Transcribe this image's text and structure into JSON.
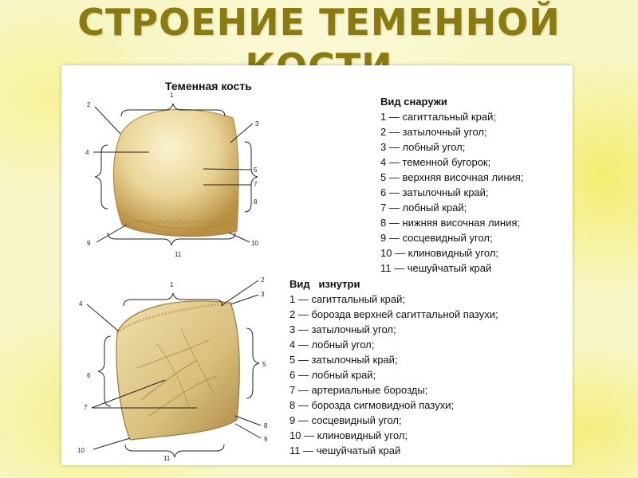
{
  "slide": {
    "title": "СТРОЕНИЕ ТЕМЕННОЙ КОСТИ"
  },
  "figure": {
    "title": "Теменная кость",
    "outer_numbers": [
      "1",
      "2",
      "3",
      "4",
      "5",
      "7",
      "8",
      "9",
      "10",
      "11"
    ],
    "inner_numbers": [
      "1",
      "2",
      "4",
      "3",
      "5",
      "6",
      "7",
      "8",
      "9",
      "10",
      "11"
    ]
  },
  "outer_view": {
    "heading": "Вид снаружи",
    "items": [
      "1 — сагиттальный край;",
      "2 — затылочный угол;",
      "3 — лобный угол;",
      "4 — теменной бугорок;",
      "5 — верхняя височная линия;",
      "6 — затылочный край;",
      "7 — лобный край;",
      "8 — нижняя височная линия;",
      "9 — сосцевидный угол;",
      "10 — клиновидный угол;",
      "11 — чешуйчатый край"
    ]
  },
  "inner_view": {
    "heading": "Вид   изнутри",
    "items": [
      "1 — сагиттальный край;",
      "2 — борозда верхней сагиттальной пазухи;",
      "3 — затылочный угол;",
      "4 — лобный угол;",
      "5 — затылочный край;",
      "6 — лобный край;",
      "7 — артериальные борозды;",
      "8 — борозда сигмовидной пазухи;",
      "9 — сосцевидный угол;",
      "10 — клиновидный угол;",
      "11 — чешуйчатый край"
    ]
  },
  "colors": {
    "title": "#8a7a12",
    "bone_light": "#f4e6b4",
    "bone_dark": "#c9a55a"
  }
}
